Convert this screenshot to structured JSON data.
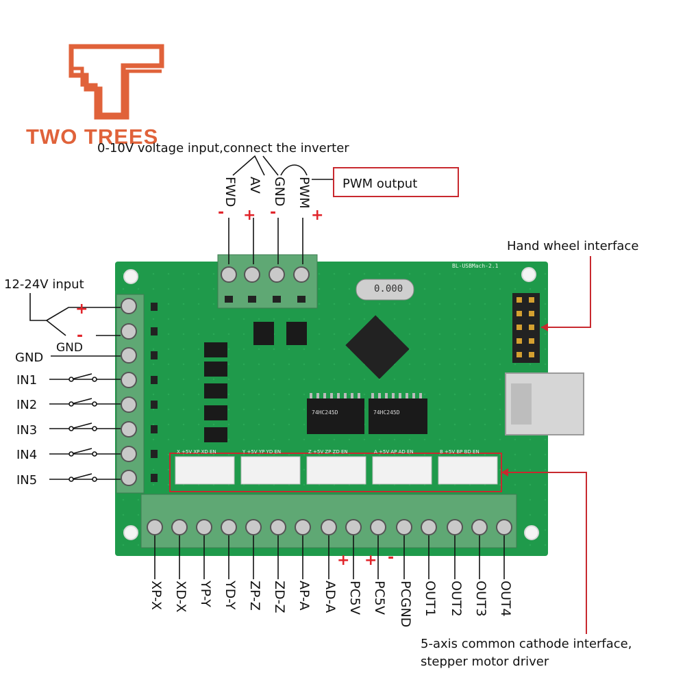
{
  "brand": {
    "name": "TWO TREES"
  },
  "top": {
    "voltage_label": "0-10V voltage input,connect the inverter",
    "pwm_label": "PWM output",
    "pins": [
      "FWD",
      "AV",
      "GND",
      "PWM"
    ],
    "signs": [
      "-",
      "+",
      "-",
      "+"
    ]
  },
  "right": {
    "handwheel_label": "Hand wheel interface"
  },
  "left": {
    "power_label": "12-24V input",
    "power_gnd_label": "GND",
    "power_signs": [
      "+",
      "-"
    ],
    "inputs": [
      "GND",
      "IN1",
      "IN2",
      "IN3",
      "IN4",
      "IN5"
    ]
  },
  "bottom": {
    "pins": [
      "XP-X",
      "XD-X",
      "YP-Y",
      "YD-Y",
      "ZP-Z",
      "ZD-Z",
      "AP-A",
      "AD-A",
      "PC5V",
      "PC5V",
      "PCGND",
      "OUT1",
      "OUT2",
      "OUT3",
      "OUT4"
    ],
    "signs": {
      "pc5v_a": "+",
      "pc5v_b": "+",
      "pcgnd": "-"
    },
    "cathode_line1": "5-axis common cathode interface,",
    "cathode_line2": "stepper motor driver"
  },
  "board": {
    "model": "BL-USBMach-2.1",
    "crystal": "0.000",
    "chip_label_a": "74HC245D",
    "chip_label_b": "74HC245D",
    "axis_headers": [
      "X +5V XP XD EN",
      "Y +5V YP YD EN",
      "Z +5V ZP ZD EN",
      "A +5V AP AD EN",
      "B +5V BP BD EN"
    ],
    "bottom_strip": [
      "XP",
      "XD",
      "YP",
      "YD",
      "ZP",
      "ZD",
      "AP",
      "AD",
      "PC5V",
      "PC5V",
      "PCGND",
      "OUT1",
      "OUT2",
      "OUT3",
      "OUT4"
    ]
  },
  "colors": {
    "brand": "#e0623a",
    "accent_red": "#e1252b",
    "pcb": "#1f9a4b",
    "terminal": "#5fa874"
  }
}
